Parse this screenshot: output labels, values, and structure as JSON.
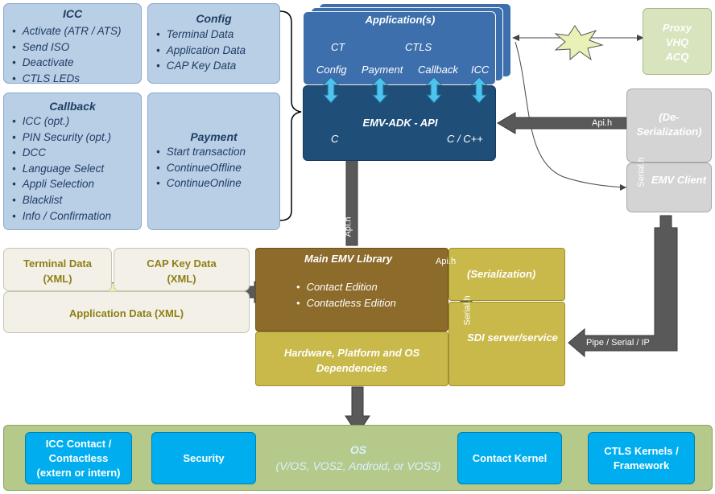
{
  "icc": {
    "title": "ICC",
    "items": [
      "Activate (ATR / ATS)",
      "Send ISO",
      "Deactivate",
      "CTLS LEDs"
    ]
  },
  "config": {
    "title": "Config",
    "items": [
      "Terminal Data",
      "Application Data",
      "CAP Key Data"
    ]
  },
  "callback": {
    "title": "Callback",
    "items": [
      "ICC (opt.)",
      "PIN Security (opt.)",
      "DCC",
      "Language Select",
      "Appli Selection",
      "Blacklist",
      "Info / Confirmation"
    ]
  },
  "payment": {
    "title": "Payment",
    "items": [
      "Start transaction",
      "ContinueOffline",
      "ContinueOnline"
    ]
  },
  "applications": {
    "title": "Application(s)",
    "ct": "CT",
    "ctls": "CTLS",
    "tabs": [
      "Config",
      "Payment",
      "Callback",
      "ICC"
    ]
  },
  "emv_adk": {
    "title": "EMV-ADK - API",
    "left": "C",
    "right": "C / C++"
  },
  "proxy": {
    "lines": [
      "Proxy",
      "VHQ",
      "ACQ"
    ]
  },
  "deserialization": {
    "label": "(De-Serialization)"
  },
  "emv_client": {
    "label": "EMV Client"
  },
  "main_lib": {
    "title": "Main EMV Library",
    "items": [
      "Contact Edition",
      "Contactless Edition"
    ]
  },
  "serialization": {
    "label": "(Serialization)"
  },
  "sdi": {
    "label": "SDI server/service"
  },
  "hardware": {
    "label": "Hardware, Platform and OS Dependencies"
  },
  "xml": {
    "terminal": "Terminal Data (XML)",
    "capkey": "CAP Key Data (XML)",
    "application": "Application Data (XML)"
  },
  "arrow_labels": {
    "api_h": "Api.h",
    "serial_h": "Serial.h",
    "pipe": "Pipe / Serial / IP"
  },
  "os": {
    "title": "OS",
    "subtitle": "(V/OS, VOS2, Android, or VOS3)",
    "icc_contact": "ICC Contact / Contactless (extern or intern)",
    "security": "Security",
    "contact_kernel": "Contact Kernel",
    "ctls_kernels": "CTLS Kernels / Framework"
  },
  "colors": {
    "panel_blue": "#b8cfe6",
    "app_blue": "#3d6fad",
    "adk_navy": "#1f4e79",
    "olive": "#c9b94a",
    "main_lib_brown": "#8c6b2b",
    "os_green": "#b5c98b",
    "cyan": "#00aeef",
    "gray": "#d4d4d4"
  }
}
